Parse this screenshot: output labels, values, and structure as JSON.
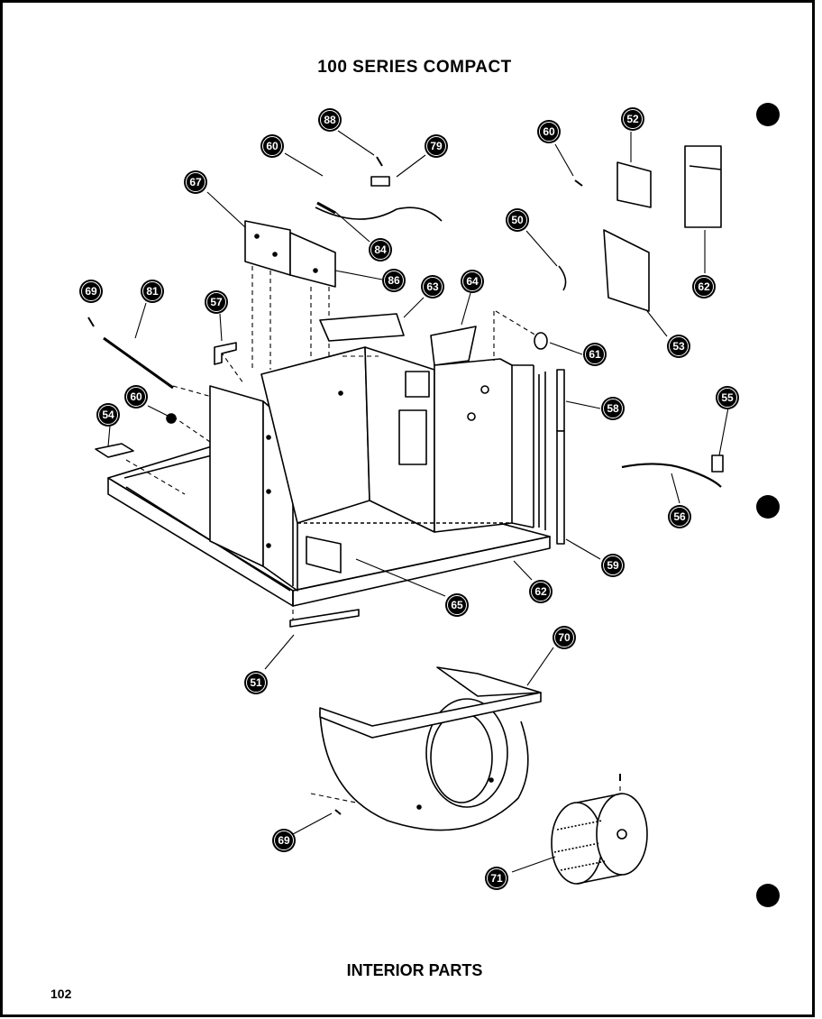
{
  "title": "100 SERIES COMPACT",
  "caption": "INTERIOR PARTS",
  "page_number": "102",
  "callouts": [
    {
      "id": "c-88-top",
      "label": "88"
    },
    {
      "id": "c-79",
      "label": "79"
    },
    {
      "id": "c-60-top",
      "label": "60"
    },
    {
      "id": "c-67",
      "label": "67"
    },
    {
      "id": "c-84",
      "label": "84"
    },
    {
      "id": "c-86",
      "label": "86"
    },
    {
      "id": "c-69-left",
      "label": "69"
    },
    {
      "id": "c-81",
      "label": "81"
    },
    {
      "id": "c-57",
      "label": "57"
    },
    {
      "id": "c-63",
      "label": "63"
    },
    {
      "id": "c-64",
      "label": "64"
    },
    {
      "id": "c-60-mid",
      "label": "60"
    },
    {
      "id": "c-54",
      "label": "54"
    },
    {
      "id": "c-60-right",
      "label": "60"
    },
    {
      "id": "c-52",
      "label": "52"
    },
    {
      "id": "c-50-top",
      "label": "50"
    },
    {
      "id": "c-62-right",
      "label": "62"
    },
    {
      "id": "c-53",
      "label": "53"
    },
    {
      "id": "c-61",
      "label": "61"
    },
    {
      "id": "c-58",
      "label": "58"
    },
    {
      "id": "c-55",
      "label": "55"
    },
    {
      "id": "c-56",
      "label": "56"
    },
    {
      "id": "c-59",
      "label": "59"
    },
    {
      "id": "c-62-base",
      "label": "62"
    },
    {
      "id": "c-65",
      "label": "65"
    },
    {
      "id": "c-51",
      "label": "51"
    },
    {
      "id": "c-70",
      "label": "70"
    },
    {
      "id": "c-69-bottom",
      "label": "69"
    },
    {
      "id": "c-71",
      "label": "71"
    }
  ]
}
